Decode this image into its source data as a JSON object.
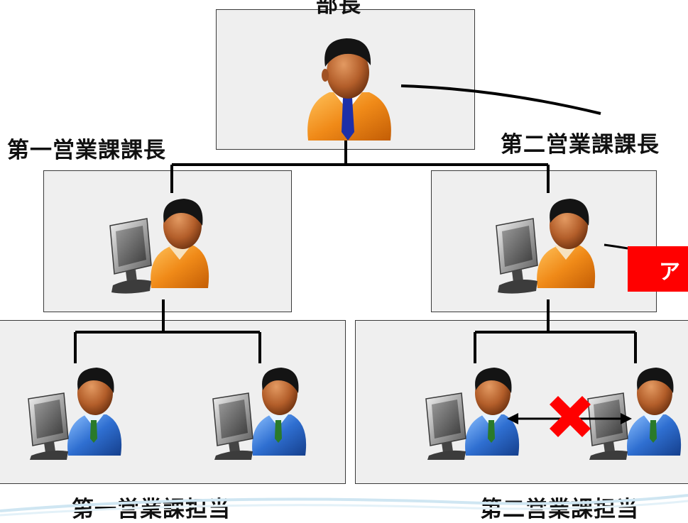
{
  "top_label": "部長",
  "manager_left_label": "第一営業課課長",
  "manager_right_label": "第二営業課課長",
  "staff_left_label": "第一営業課担当",
  "staff_right_label": "第二営業課担当",
  "callout_text": "ア",
  "colors": {
    "box_fill": "#efefef",
    "line": "#000000",
    "callout": "#ff0000",
    "executive_suit": "#f08a18",
    "manager_shirt": "#f49a22",
    "staff_shirt": "#2f6fd1",
    "tie": "#1d2fa8",
    "cross": "#ff0000"
  },
  "icons": [
    "executive-icon",
    "manager-at-computer-icon",
    "staff-at-computer-icon",
    "double-arrow-icon",
    "cross-mark-icon"
  ]
}
